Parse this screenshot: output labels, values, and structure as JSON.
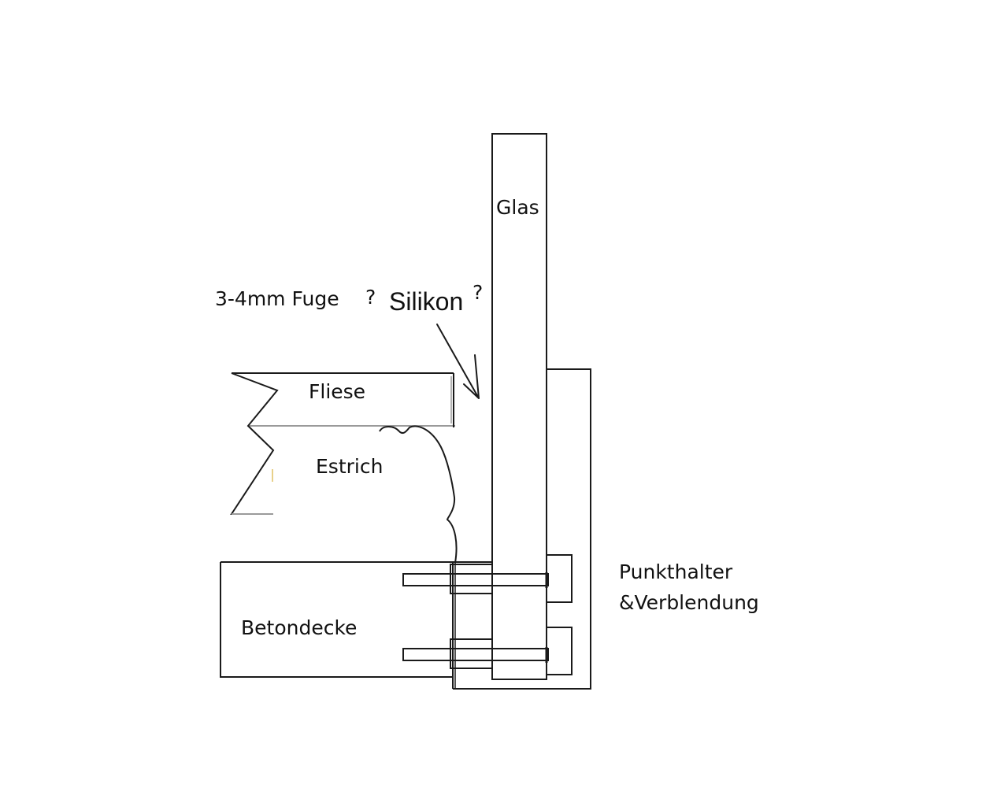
{
  "labels": {
    "glas": "Glas",
    "fuge": "3-4mm Fuge",
    "question": "?",
    "silikon": "Silikon",
    "silikon_q": "?",
    "fliese": "Fliese",
    "estrich": "Estrich",
    "betondecke": "Betondecke",
    "punkthalter_line1": "Punkthalter",
    "punkthalter_line2": "&Verblendung"
  },
  "colors": {
    "stroke": "#1a1a1a",
    "gray_stroke": "#9a9a9a",
    "silikon_text": "#6e6e6e",
    "mark": "#e8d08a"
  }
}
